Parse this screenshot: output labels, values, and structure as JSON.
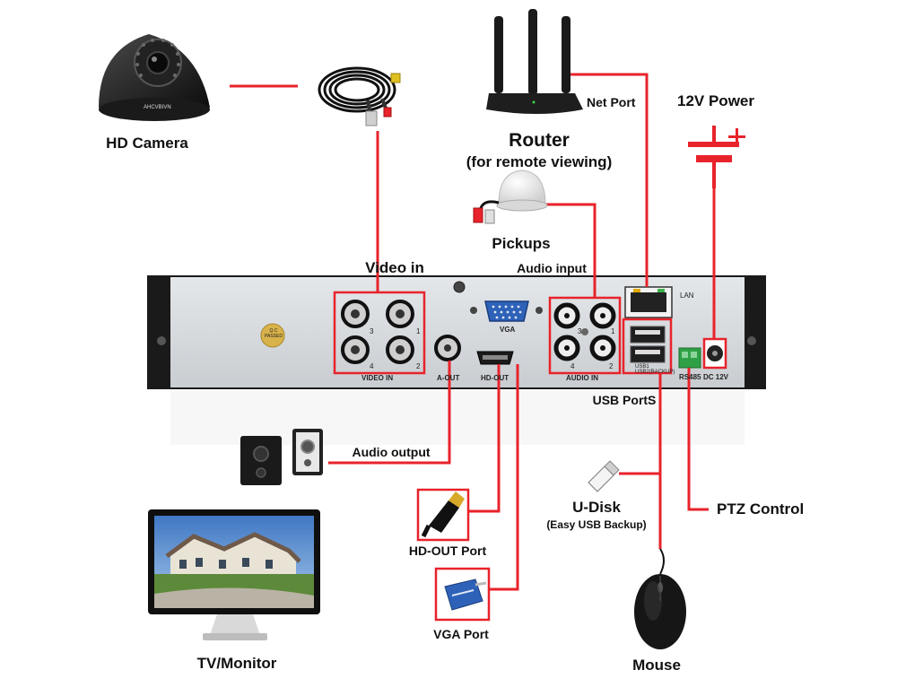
{
  "labels": {
    "hd_camera": "HD Camera",
    "router": "Router",
    "router_sub": "(for remote viewing)",
    "net_port": "Net Port",
    "power": "12V Power",
    "pickups": "Pickups",
    "video_in": "Video in",
    "audio_input": "Audio input",
    "usb_ports": "USB PortS",
    "audio_output": "Audio output",
    "u_disk": "U-Disk",
    "u_disk_sub": "(Easy USB Backup)",
    "ptz_control": "PTZ Control",
    "hd_out_port": "HD-OUT Port",
    "vga_port": "VGA Port",
    "tv_monitor": "TV/Monitor",
    "mouse": "Mouse"
  },
  "panel": {
    "video_in": "VIDEO IN",
    "a_out": "A-OUT",
    "hd_out": "HD-OUT",
    "vga": "VGA",
    "audio_in": "AUDIO IN",
    "lan": "LAN",
    "rs485": "RS485",
    "dc12v": "DC 12V",
    "usb1": "USB1",
    "usb2": "USB2(BACKUP)",
    "qc": "Q.C PASSED",
    "camera_brand": "AHCVBIVN",
    "ch": [
      "3",
      "1",
      "4",
      "2"
    ]
  },
  "colors": {
    "wire": "#e8232b",
    "panel": "#d6dade",
    "panel_border": "#2a2a2a"
  }
}
